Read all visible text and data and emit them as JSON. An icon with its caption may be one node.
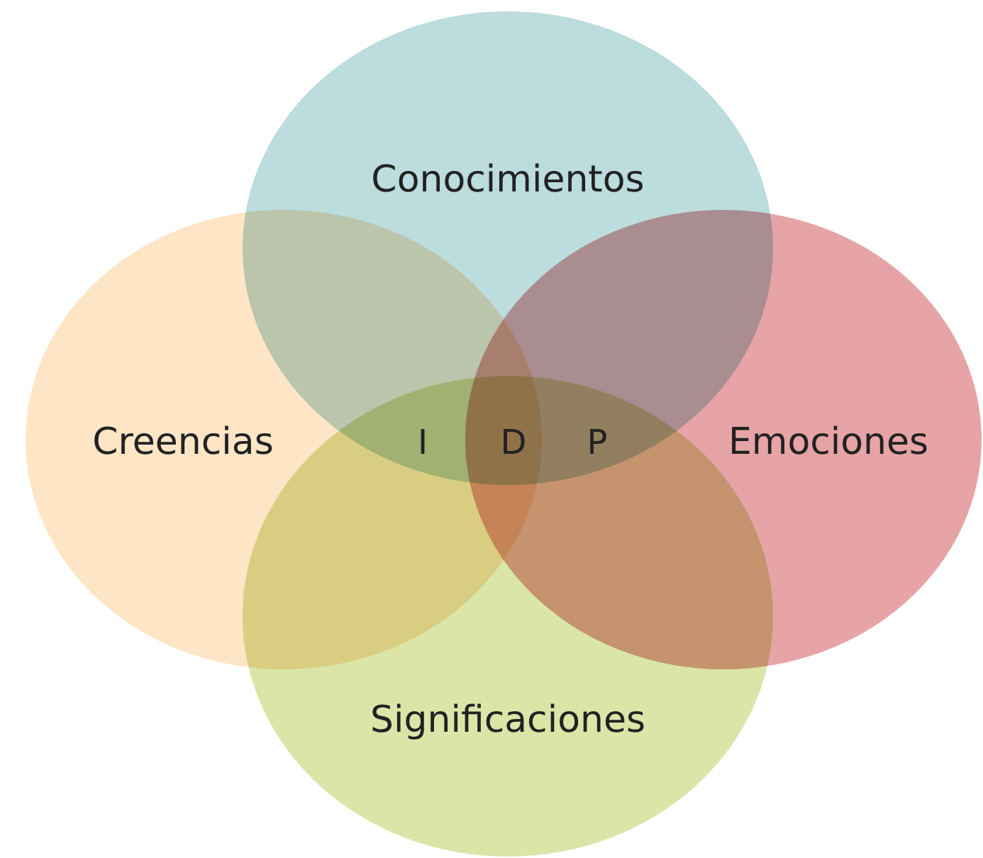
{
  "diagram": {
    "nodes": [
      {
        "text": [
          "Conocimientos"
        ]
      },
      {
        "text": [
          "Creencias"
        ]
      },
      {
        "text": [
          "Emociones"
        ]
      },
      {
        "text": [
          "Significaciones"
        ]
      }
    ],
    "labels": [
      "I",
      "D",
      "P"
    ]
  }
}
